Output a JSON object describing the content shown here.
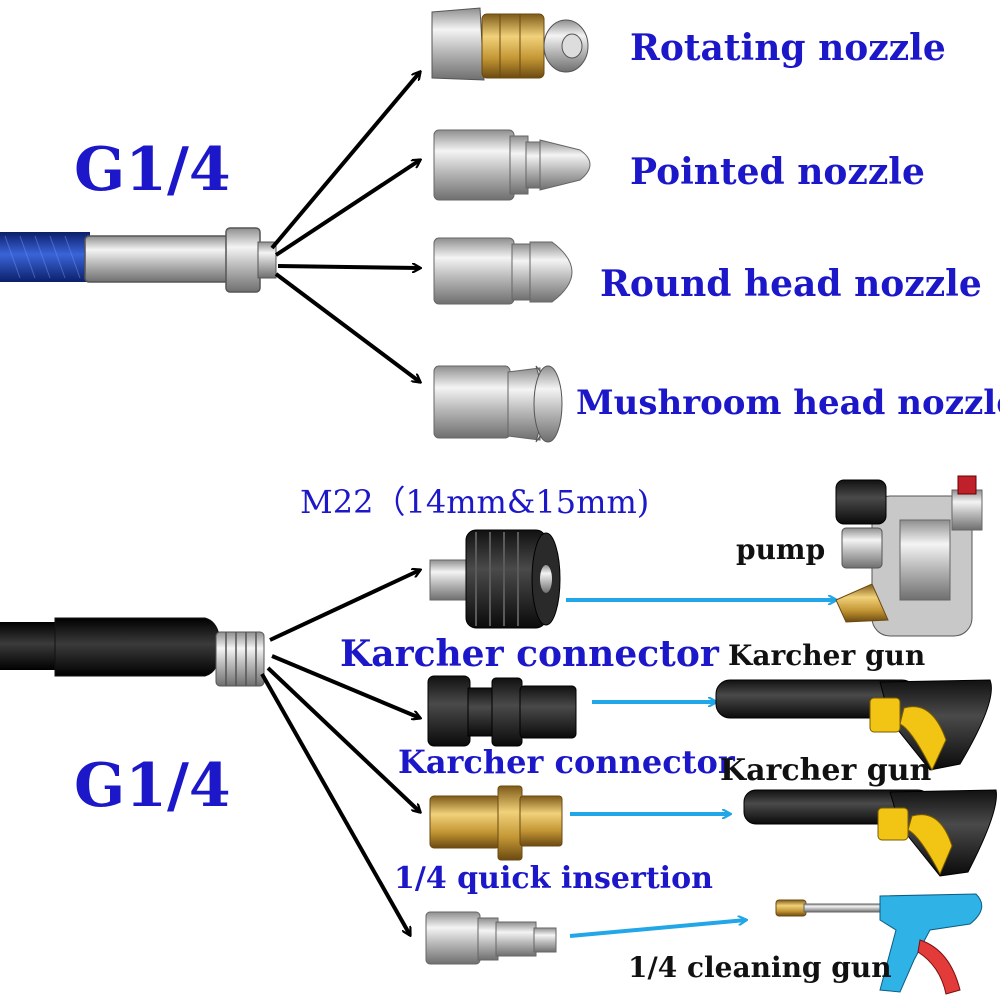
{
  "top_section": {
    "thread_label": "G1/4",
    "nozzles": [
      {
        "label": "Rotating nozzle"
      },
      {
        "label": "Pointed nozzle"
      },
      {
        "label": "Round head nozzle"
      },
      {
        "label": "Mushroom head nozzle"
      }
    ]
  },
  "bottom_section": {
    "thread_label": "G1/4",
    "m22_label": "M22（14mm&15mm)",
    "pump_label": "pump",
    "karcher_connector_label_1": "Karcher connector",
    "karcher_gun_label_1": "Karcher gun",
    "karcher_connector_label_2": "Karcher connector",
    "karcher_gun_label_2": "Karcher gun",
    "quick_insertion_label": "1/4 quick insertion",
    "cleaning_gun_label": "1/4 cleaning gun"
  },
  "colors": {
    "label_blue": "#1c17c8",
    "arrow_blue": "#21a6e8",
    "hose_blue": "#1f3fae",
    "brass": "#c9a13a",
    "gun_yellow": "#f2c413",
    "gun_cyan": "#2fb3e6"
  }
}
